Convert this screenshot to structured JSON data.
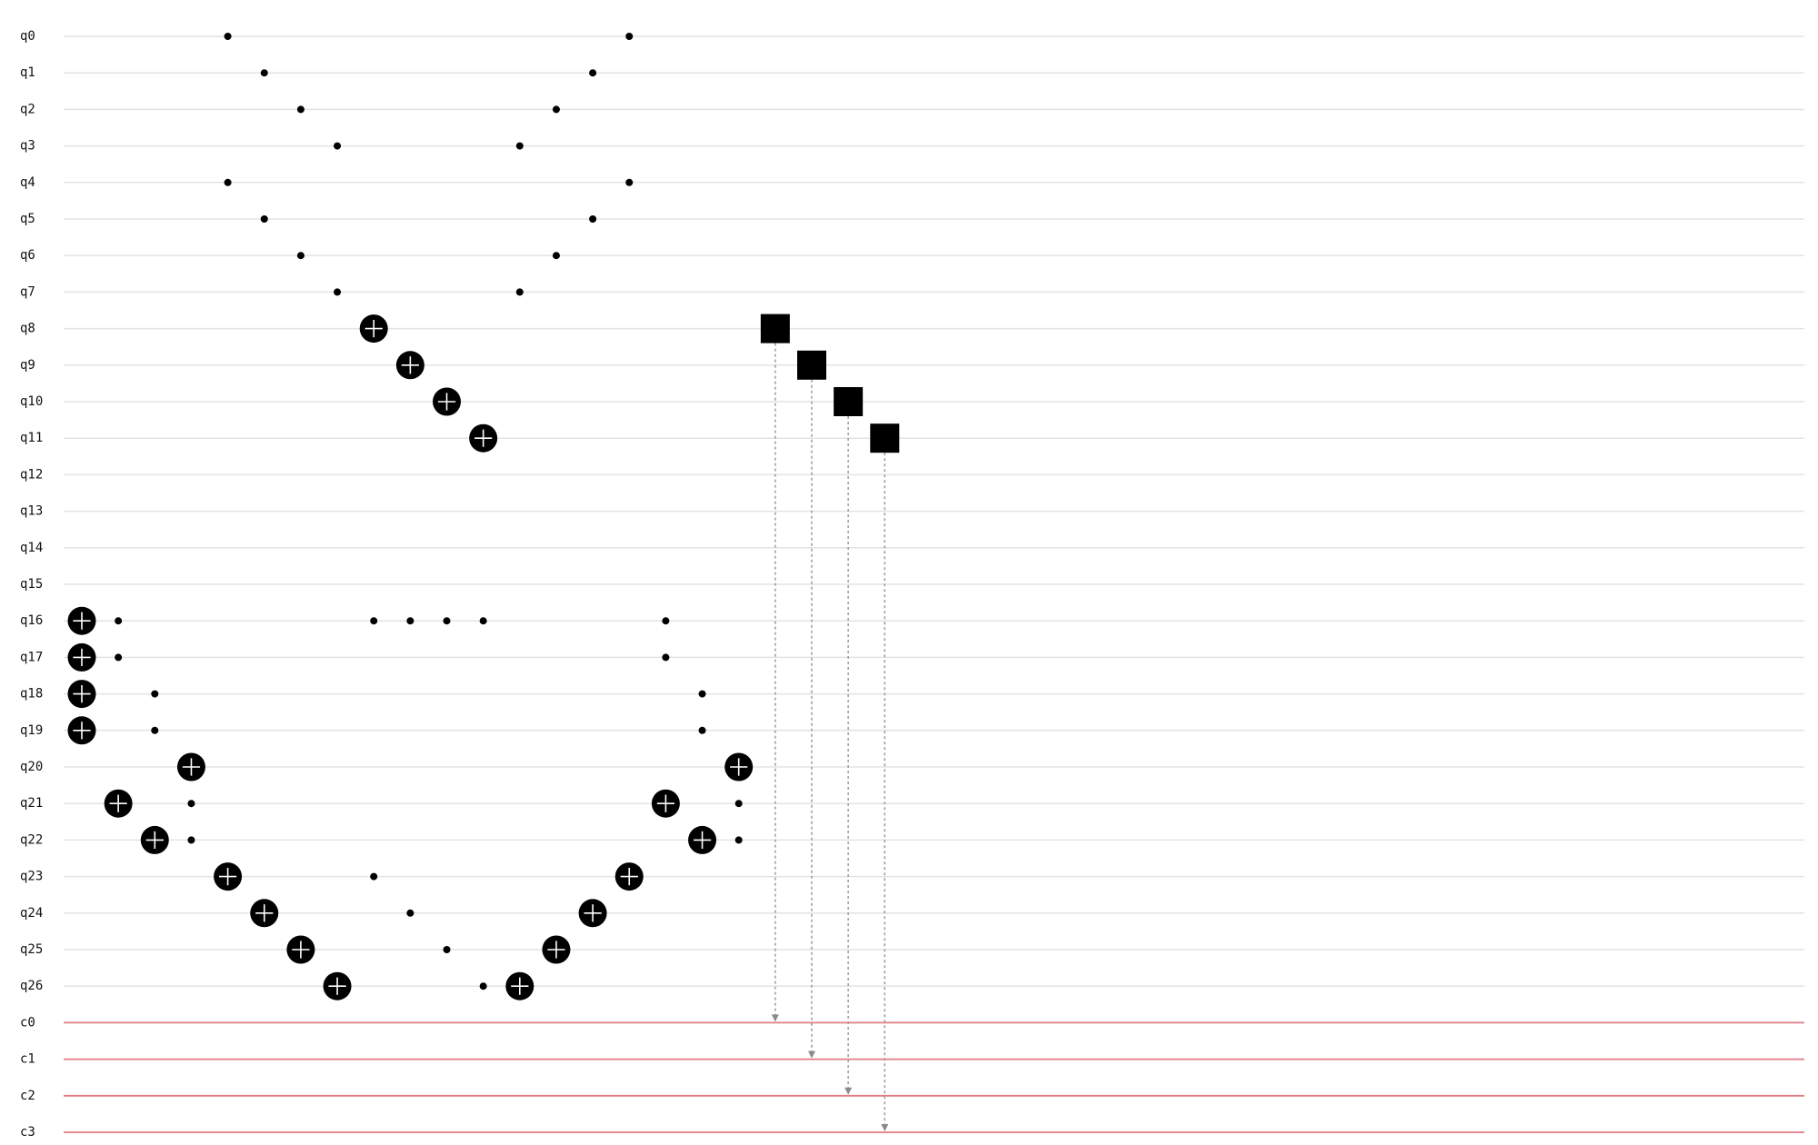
{
  "circuit": {
    "qubits": [
      "q0",
      "q1",
      "q2",
      "q3",
      "q4",
      "q5",
      "q6",
      "q7",
      "q8",
      "q9",
      "q10",
      "q11",
      "q12",
      "q13",
      "q14",
      "q15",
      "q16",
      "q17",
      "q18",
      "q19",
      "q20",
      "q21",
      "q22",
      "q23",
      "q24",
      "q25",
      "q26"
    ],
    "clbits": [
      "c0",
      "c1",
      "c2",
      "c3"
    ],
    "colors": {
      "quantum_wire": "#e3e3e3",
      "classical_wire": "#e07c82",
      "gate": "#000000",
      "gate_symbol": "#ffffff",
      "measure_link": "#9a9a9a",
      "label": "#111111"
    },
    "gates": [
      {
        "type": "cx",
        "column": 0,
        "controls": [],
        "target": 16
      },
      {
        "type": "cx",
        "column": 0,
        "controls": [],
        "target": 17
      },
      {
        "type": "cx",
        "column": 0,
        "controls": [],
        "target": 18
      },
      {
        "type": "cx",
        "column": 0,
        "controls": [],
        "target": 19
      },
      {
        "type": "ccx",
        "column": 1,
        "controls": [
          16,
          17
        ],
        "target": 21
      },
      {
        "type": "ccx",
        "column": 2,
        "controls": [
          18,
          19
        ],
        "target": 22
      },
      {
        "type": "ccx",
        "column": 3,
        "controls": [
          21,
          22
        ],
        "target": 20
      },
      {
        "type": "ccx",
        "column": 4,
        "controls": [
          0,
          4
        ],
        "target": 23
      },
      {
        "type": "ccx",
        "column": 5,
        "controls": [
          1,
          5
        ],
        "target": 24
      },
      {
        "type": "ccx",
        "column": 6,
        "controls": [
          2,
          6
        ],
        "target": 25
      },
      {
        "type": "ccx",
        "column": 7,
        "controls": [
          3,
          7
        ],
        "target": 26
      },
      {
        "type": "ccx",
        "column": 8,
        "controls": [
          16,
          23
        ],
        "target": 8
      },
      {
        "type": "ccx",
        "column": 9,
        "controls": [
          16,
          24
        ],
        "target": 9
      },
      {
        "type": "ccx",
        "column": 10,
        "controls": [
          16,
          25
        ],
        "target": 10
      },
      {
        "type": "ccx",
        "column": 11,
        "controls": [
          16,
          26
        ],
        "target": 11
      },
      {
        "type": "ccx",
        "column": 12,
        "controls": [
          3,
          7
        ],
        "target": 26
      },
      {
        "type": "ccx",
        "column": 13,
        "controls": [
          2,
          6
        ],
        "target": 25
      },
      {
        "type": "ccx",
        "column": 14,
        "controls": [
          1,
          5
        ],
        "target": 24
      },
      {
        "type": "ccx",
        "column": 15,
        "controls": [
          0,
          4
        ],
        "target": 23
      },
      {
        "type": "ccx",
        "column": 16,
        "controls": [
          16,
          17
        ],
        "target": 21
      },
      {
        "type": "ccx",
        "column": 17,
        "controls": [
          18,
          19
        ],
        "target": 22
      },
      {
        "type": "ccx",
        "column": 18,
        "controls": [
          21,
          22
        ],
        "target": 20
      }
    ],
    "measurements": [
      {
        "column": 19,
        "qubit": 8,
        "clbit": 0
      },
      {
        "column": 20,
        "qubit": 9,
        "clbit": 1
      },
      {
        "column": 21,
        "qubit": 10,
        "clbit": 2
      },
      {
        "column": 22,
        "qubit": 11,
        "clbit": 3
      }
    ]
  }
}
